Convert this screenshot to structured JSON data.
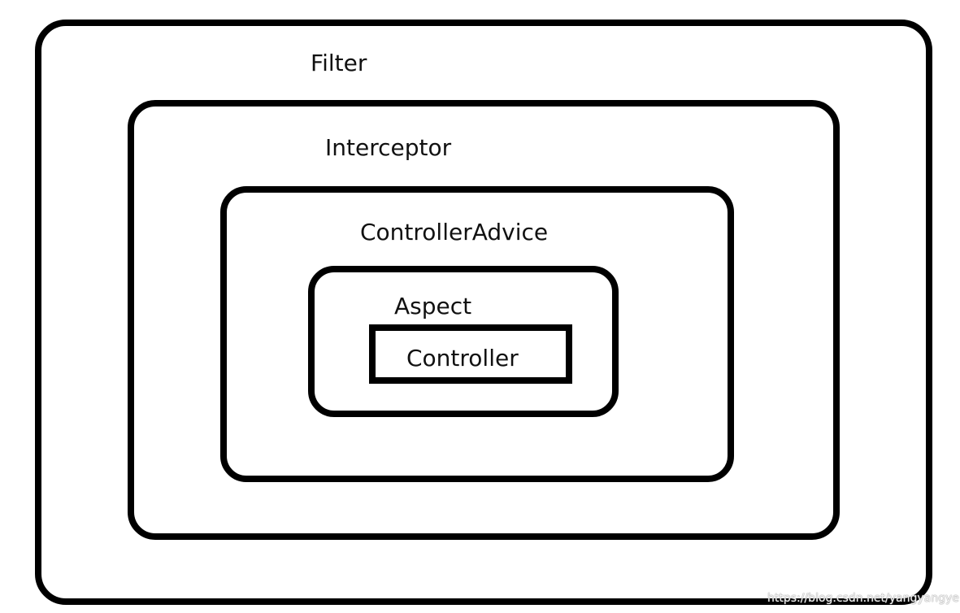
{
  "diagram": {
    "layers": {
      "filter": {
        "label": "Filter"
      },
      "interceptor": {
        "label": "Interceptor"
      },
      "controller_advice": {
        "label": "ControllerAdvice"
      },
      "aspect": {
        "label": "Aspect"
      },
      "controller": {
        "label": "Controller"
      }
    },
    "colors": {
      "stroke": "#000000",
      "background": "#ffffff",
      "text": "#111111"
    }
  },
  "watermark": {
    "text": "https://blog.csdn.net/yangyangye"
  }
}
